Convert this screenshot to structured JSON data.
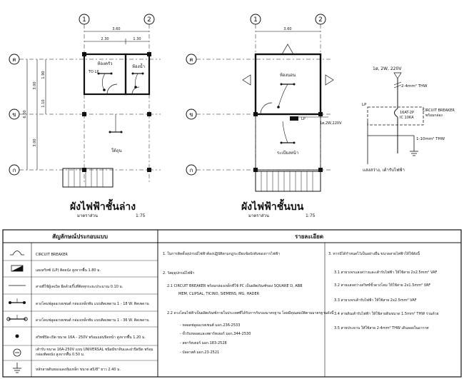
{
  "grid": {
    "col1": "1",
    "col2": "2",
    "rowA": "ค",
    "rowB": "ข",
    "rowC": "ก"
  },
  "plan_ground": {
    "title": "ผังไฟฟ้าชั้นล่าง",
    "scale_label": "มาตราส่วน",
    "scale": "1:75",
    "dim_total": "3.60",
    "dim_a": "2.30",
    "dim_b": "1.30",
    "dim_total_v": "6.00",
    "dim_v1": "3.00",
    "dim_v2": "1.90",
    "dim_v3": "1.10",
    "dim_v4": "3.00",
    "room_1": "ห้องครัว",
    "room_2": "ห้องน้ำ",
    "room_3": "ใต้ถุน",
    "to_lp": "TO LP"
  },
  "plan_upper": {
    "title": "ผังไฟฟ้าชั้นบน",
    "scale_label": "มาตราส่วน",
    "scale": "1:75",
    "dim_total": "3.60",
    "room_1": "ห้องนอน",
    "room_2": "ระเบียงหน้า",
    "lp_label": "LP",
    "lp_spec": "1ø,2W,220V"
  },
  "riser": {
    "supply": "1ø, 2W, 220V",
    "wire_in": "2-4mm² THW",
    "lp": "LP",
    "cb_title": "CIRCUIT BREAKER",
    "cb_sub": "พร้อมกล่อง",
    "cb_rating": "16AT-2P",
    "cb_ic": "IC 10KA",
    "wire_ground": "1-10mm² THW",
    "note": "แสงสว่าง, เต้ารับไฟฟ้า"
  },
  "legend": {
    "header_left": "สัญลักษณ์ประกอบแบบ",
    "header_right": "รายละเอียด",
    "items": [
      "CIRCUIT BREAKER",
      "แผงสวิทซ์ (LP) ติดผนัง สูงจากพื้น 1.80 ม.",
      "สายที่ใช้ผู้เคเบิล ยึดด้วยกิ๊บที่ติดทุกระยะประมาณ 0.10 ม.",
      "ดวงโคมฟลูออเรสเซนต์ กล่องเหล็กพับ แบบติดเพดาน 1 - 18 W. ติดเพดาน",
      "ดวงโคมฟลูออเรสเซนต์ กล่องเหล็กพับ แบบติดเพดาน 1 - 36 W. ติดเพดาน",
      "สวิทซ์ปิด-เปิด ขนาด 16A - 250V พร้อมแผ่นปิดหน้า สูงจากพื้น 1.20 ม.",
      "เต้ารับ ขนาด 16A-250V แบบ UNIVERSAL ชนิดมีขาดินและฝาปิดปิด พร้อมกล่องติดผนัง สูงจากพื้น 0.50 ม.",
      "หลักสายดินทองแดงหุ้มเหล็ก ขนาด ø5/8\" ยาว 2.40 ม."
    ]
  },
  "details": {
    "p1": "1. ในการติดตั้งอุปกรณ์ไฟฟ้าต้องปฏิบัติตามกฎระเบียบข้อบังคับของการไฟฟ้า",
    "p2": "2. วัสดุอุปกรณ์ไฟฟ้า",
    "p21a": "2.1 CIRCUIT BREAKER พร้อมกล่องเหล็กที่ใช้ PC เป็นผลิตภัณฑ์ของ SQUARE D, ABB",
    "p21b": "MEM, CLIPSAL, TICINO, SIEMENS, MG, HADER",
    "p22": "2.2 ดวงโคมไฟฟ้าเป็นผลิตภัณฑ์ภายในประเทศที่ได้รับการรับรองมาตรฐาน โดยมีคุณสมบัติตามมาตรฐานดังนี้",
    "std1": "- หลอดฟลูออเรสเซนต์ มอก.236-2533",
    "std2": "- ขั้วรับหลอดและสตาร์ทเตอร์ มอก.344-2530",
    "std3": "- สตาร์ทเตอร์ มอก.183-2528",
    "std4": "- บัลลาสต์ มอก.23-2521",
    "p3": "3. หากมิได้กำหนดไว้เป็นอย่างอื่น ขนาดสายไฟฟ้าให้ใช้ดังนี้",
    "p31": "3.1 สายวงจรแสงสว่างและเต้ารับไฟฟ้า ให้ใช้สาย 2x2.5mm² VAF",
    "p32": "3.2 สายแสงสว่างสวิทซ์ขั้วดวงโคม ให้ใช้สาย 2x1.5mm² VAF",
    "p33": "3.3 สายวงจรเต้ารับไฟฟ้า ให้ใช้สาย 2x2.5mm² VAF",
    "p34": "3.4 สายดินเต้ารับไฟฟ้า ให้ใช้สายดินขนาด 1.5mm² THW ร่วมด้วย",
    "p35": "3.5 สายประธาน ให้ใช้สาย 2-4mm² THW เดินลอยในอากาศ"
  }
}
